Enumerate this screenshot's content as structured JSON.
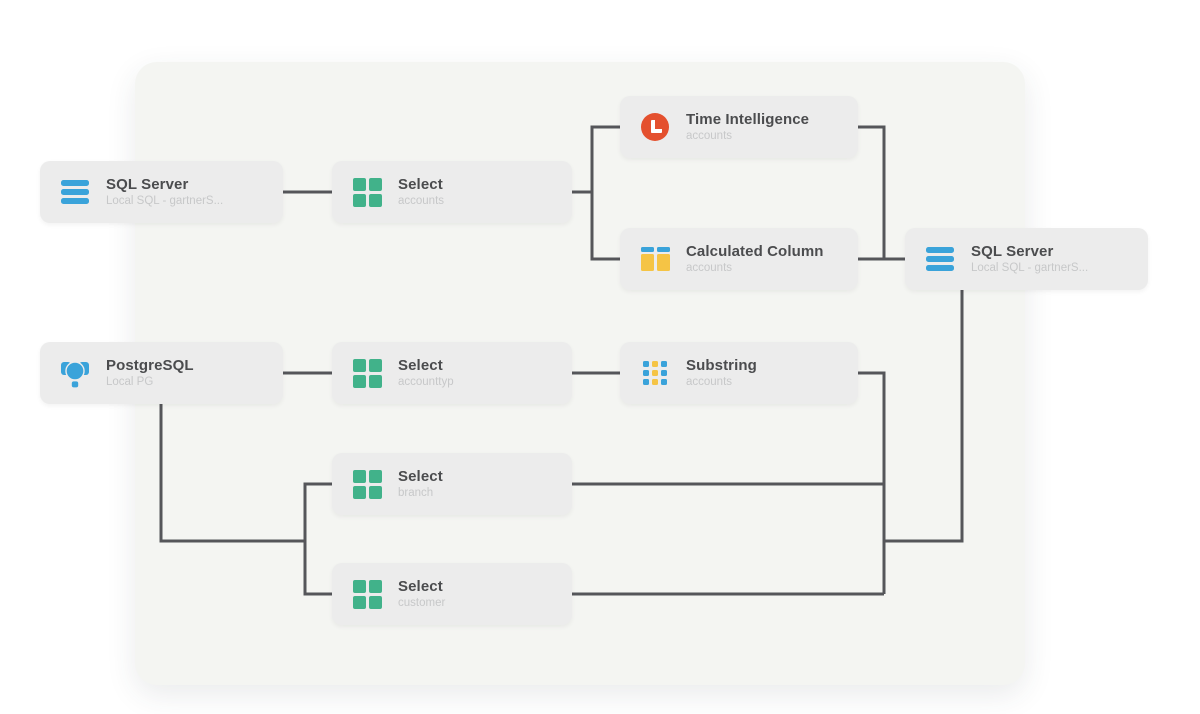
{
  "canvas_background": "#ffffff",
  "panel_background": "#f4f5f2",
  "colors": {
    "blue": "#3aa3da",
    "green": "#41b28a",
    "red": "#e4502e",
    "yellow": "#f5c445",
    "wire": "#55565a",
    "node_background": "#ececec",
    "title_text": "#4b4c4e",
    "subtitle_text": "#c7c8c9"
  },
  "nodes": [
    {
      "id": "sql-server-source",
      "title": "SQL Server",
      "subtitle": "Local SQL - gartnerS...",
      "icon": "sql-server-icon"
    },
    {
      "id": "select-accounts",
      "title": "Select",
      "subtitle": "accounts",
      "icon": "select-grid-icon"
    },
    {
      "id": "time-intelligence",
      "title": "Time Intelligence",
      "subtitle": "accounts",
      "icon": "clock-icon"
    },
    {
      "id": "calculated-column",
      "title": "Calculated Column",
      "subtitle": "accounts",
      "icon": "calculated-column-icon"
    },
    {
      "id": "sql-server-destination",
      "title": "SQL Server",
      "subtitle": "Local SQL - gartnerS...",
      "icon": "sql-server-icon"
    },
    {
      "id": "postgresql",
      "title": "PostgreSQL",
      "subtitle": "Local PG",
      "icon": "postgresql-icon"
    },
    {
      "id": "select-accounttyp",
      "title": "Select",
      "subtitle": "accounttyp",
      "icon": "select-grid-icon"
    },
    {
      "id": "substring",
      "title": "Substring",
      "subtitle": "accounts",
      "icon": "substring-icon"
    },
    {
      "id": "select-branch",
      "title": "Select",
      "subtitle": "branch",
      "icon": "select-grid-icon"
    },
    {
      "id": "select-customer",
      "title": "Select",
      "subtitle": "customer",
      "icon": "select-grid-icon"
    }
  ],
  "edges": [
    {
      "from": "sql-server-source",
      "to": "select-accounts"
    },
    {
      "from": "select-accounts",
      "to": "time-intelligence"
    },
    {
      "from": "select-accounts",
      "to": "calculated-column"
    },
    {
      "from": "time-intelligence",
      "to": "sql-server-destination"
    },
    {
      "from": "calculated-column",
      "to": "sql-server-destination"
    },
    {
      "from": "postgresql",
      "to": "select-accounttyp"
    },
    {
      "from": "select-accounttyp",
      "to": "substring"
    },
    {
      "from": "substring",
      "to": "sql-server-destination"
    },
    {
      "from": "postgresql",
      "to": "select-branch"
    },
    {
      "from": "postgresql",
      "to": "select-customer"
    },
    {
      "from": "select-branch",
      "to": "sql-server-destination"
    },
    {
      "from": "select-customer",
      "to": "sql-server-destination"
    }
  ]
}
